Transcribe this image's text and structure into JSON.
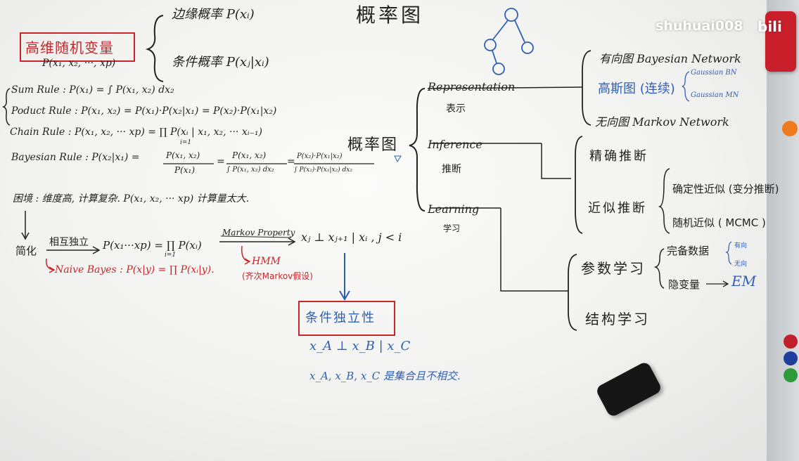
{
  "watermark": "shuhuai008",
  "title": "概率图",
  "left": {
    "box_title": "高维随机变量",
    "box_sub": "P(x₁, x₂, ···, xp)",
    "marginal": "边缘概率  P(xᵢ)",
    "conditional": "条件概率  P(xⱼ|xᵢ)",
    "sum_rule": "Sum Rule : P(x₁) = ∫ P(x₁, x₂) dx₂",
    "product_rule": "Poduct Rule : P(x₁, x₂) = P(x₁)·P(x₂|x₁) = P(x₂)·P(x₁|x₂)",
    "chain_rule": "Chain Rule : P(x₁, x₂, ··· xp) = ∏ P(xᵢ | x₁, x₂, ··· xᵢ₋₁)",
    "chain_prod_index": "i=1",
    "bayes_lhs": "Bayesian Rule : P(x₂|x₁) =",
    "bayes_f1_num": "P(x₁, x₂)",
    "bayes_f1_den": "P(x₁)",
    "bayes_eq1": "=",
    "bayes_f2_num": "P(x₁, x₂)",
    "bayes_f2_den": "∫ P(x₁, x₂) dx₂",
    "bayes_eq2": "=",
    "bayes_f3_num": "P(x₂)·P(x₁|x₂)",
    "bayes_f3_den": "∫ P(x₂)·P(x₁|x₂) dx₂",
    "dilemma": "困境 : 维度高, 计算复杂.  P(x₁, x₂, ··· xp) 计算量太大.",
    "simplify": "简化",
    "independent": "相互独立",
    "indep_formula": "P(x₁···xp) = ∏ P(xᵢ)",
    "prod_index": "i=1",
    "markov_property": "Markov Property",
    "markov_formula": "xⱼ ⊥ xⱼ₊₁ | xᵢ ,  j < i",
    "naive_bayes": "Naive Bayes : P(x|y) = ∏ P(xᵢ|y).",
    "hmm": "HMM",
    "hmm_note": "(齐次Markov假设)",
    "cond_indep_title": "条件独立性",
    "cond_indep_formula": "x_A ⊥ x_B | x_C",
    "sets_note": "x_A, x_B, x_C 是集合且不相交."
  },
  "right": {
    "center": "概率图",
    "representation": "Representation",
    "representation_cn": "表示",
    "directed": "有向图  Bayesian Network",
    "gaussian": "高斯图 (连续)",
    "gaussian_bn": "Gaussian BN",
    "gaussian_mn": "Gaussian MN",
    "undirected": "无向图  Markov Network",
    "inference": "Inference",
    "inference_cn": "推断",
    "exact": "精确推断",
    "approx": "近似推断",
    "deterministic": "确定性近似 (变分推断)",
    "stochastic": "随机近似 ( MCMC )",
    "learning": "Learning",
    "learning_cn": "学习",
    "param_learning": "参数学习",
    "complete_data": "完备数据",
    "directed_small": "有向",
    "undirected_small": "无向",
    "hidden": "隐变量",
    "em": "EM",
    "struct_learning": "结构学习"
  },
  "colors": {
    "ink": "#222222",
    "red": "#c8262a",
    "blue": "#2f5fb5"
  }
}
